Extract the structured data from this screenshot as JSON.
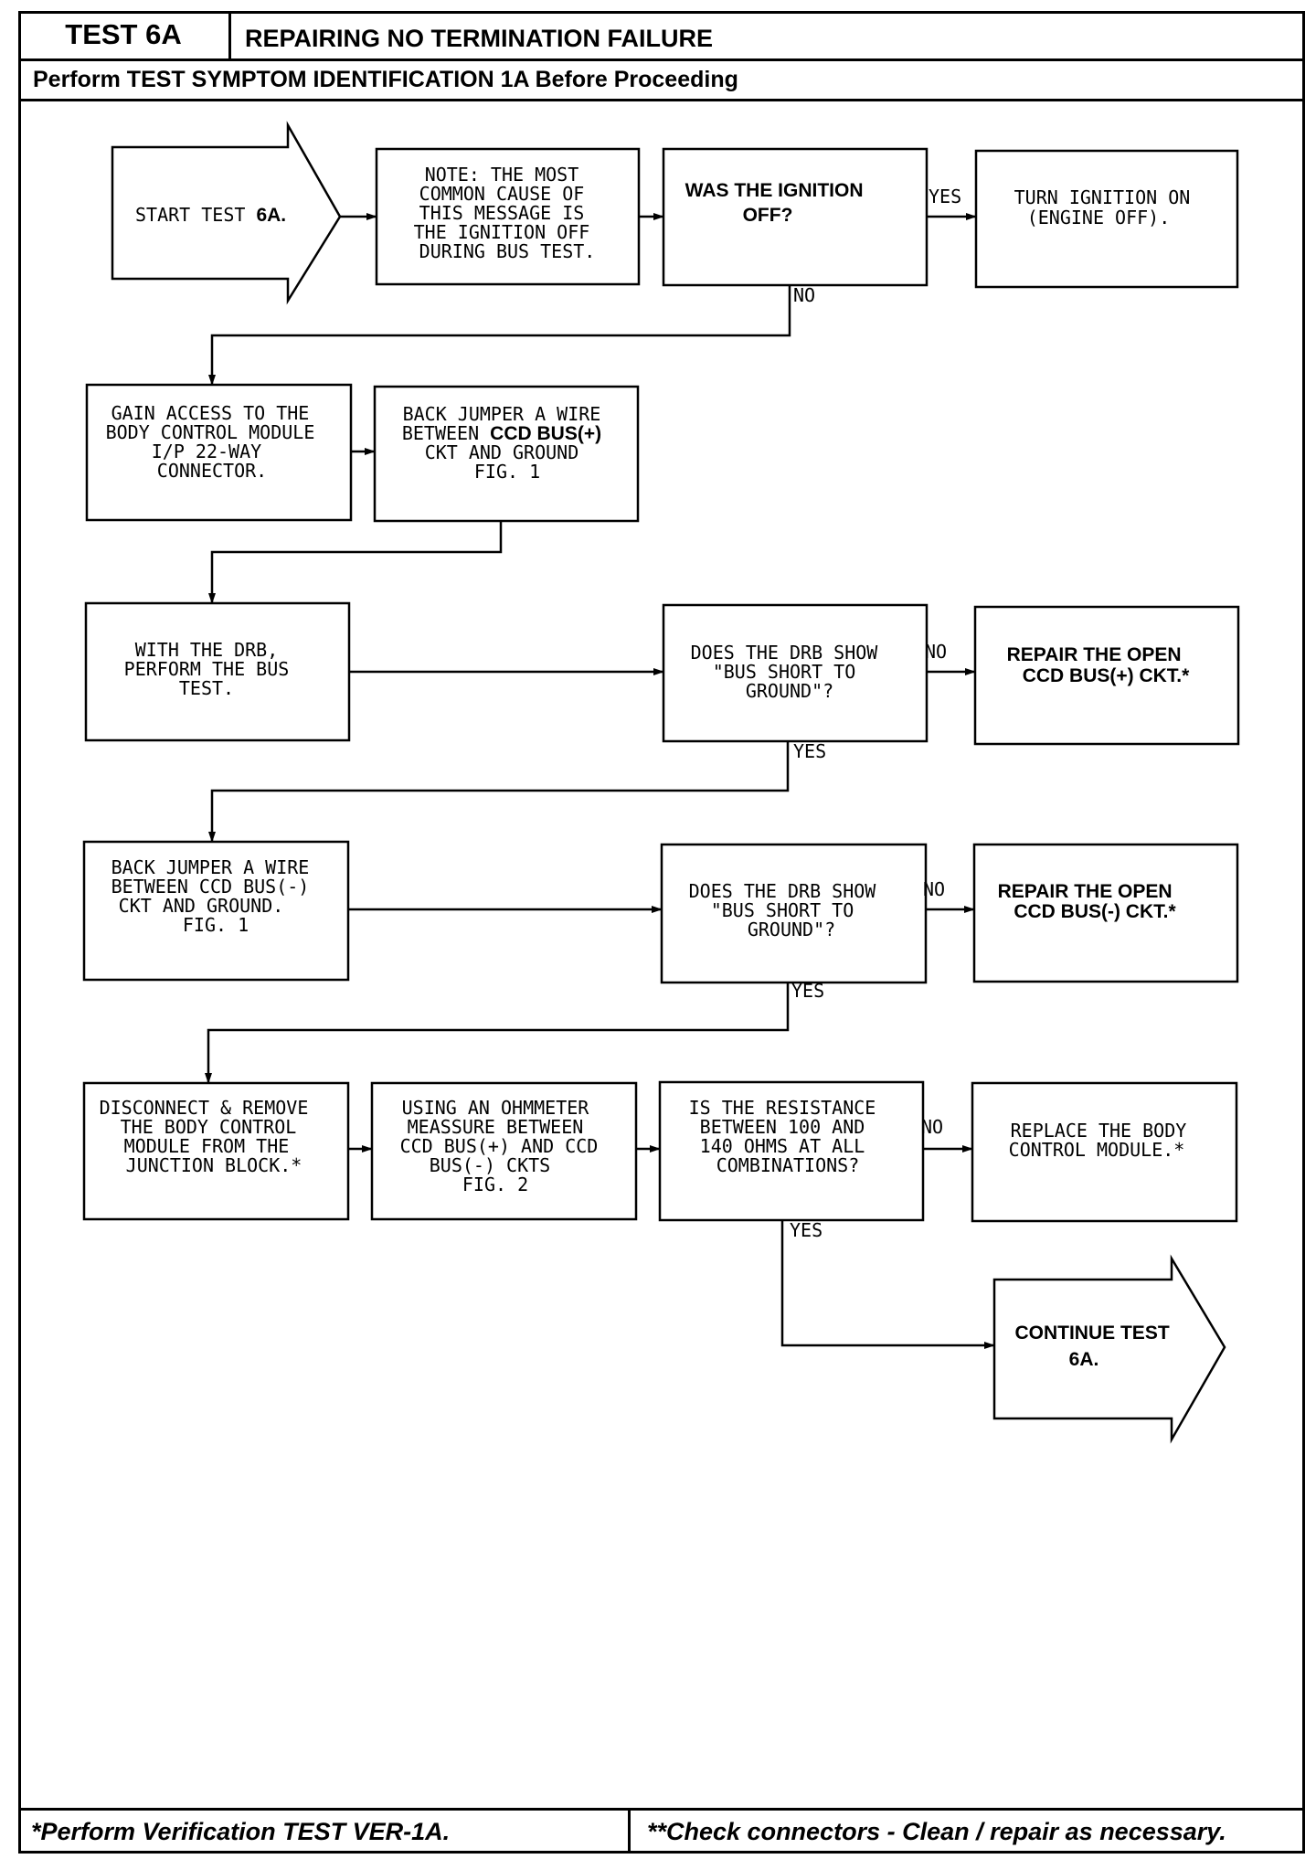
{
  "header": {
    "test_id": "TEST 6A",
    "title": "REPAIRING NO TERMINATION FAILURE",
    "subtitle": "Perform TEST SYMPTOM IDENTIFICATION 1A Before Proceeding"
  },
  "footer": {
    "left": "*Perform Verification TEST VER-1A.",
    "right": "**Check connectors - Clean / repair as necessary."
  },
  "flow": {
    "start": {
      "pre": "START TEST ",
      "bold": "6A."
    },
    "note": [
      "NOTE: THE MOST",
      "COMMON CAUSE OF",
      "THIS MESSAGE IS",
      "THE IGNITION OFF",
      "DURING BUS TEST."
    ],
    "q_ignition": [
      "WAS THE IGNITION",
      "OFF?"
    ],
    "turn_on": [
      "TURN IGNITION ON",
      "(ENGINE OFF)."
    ],
    "gain_access": [
      "GAIN ACCESS TO THE",
      "BODY CONTROL MODULE",
      "I/P 22-WAY",
      "CONNECTOR."
    ],
    "jumper_plus": {
      "l1": "BACK JUMPER A WIRE",
      "l2_pre": "BETWEEN ",
      "l2_bold": "CCD BUS(+)",
      "l3": "CKT AND GROUND",
      "l4": "FIG. 1"
    },
    "drb_bus_test": [
      "WITH THE DRB,",
      "PERFORM THE BUS",
      "TEST."
    ],
    "q_short_1": [
      "DOES THE DRB SHOW",
      "\"BUS SHORT TO",
      "GROUND\"?"
    ],
    "repair_plus": [
      "REPAIR THE OPEN",
      "CCD BUS(+) CKT.*"
    ],
    "jumper_minus": [
      "BACK JUMPER A WIRE",
      "BETWEEN CCD BUS(-)",
      "CKT AND GROUND.",
      "FIG. 1"
    ],
    "q_short_2": [
      "DOES THE DRB SHOW",
      "\"BUS SHORT TO",
      "GROUND\"?"
    ],
    "repair_minus": [
      "REPAIR THE OPEN",
      "CCD BUS(-) CKT.*"
    ],
    "disconnect": [
      "DISCONNECT & REMOVE",
      "THE BODY CONTROL",
      "MODULE FROM THE",
      "JUNCTION BLOCK.*"
    ],
    "ohmmeter": [
      "USING AN OHMMETER",
      "MEASSURE BETWEEN",
      "CCD BUS(+) AND CCD",
      "BUS(-) CKTS",
      "FIG. 2"
    ],
    "q_resistance": [
      "IS THE RESISTANCE",
      "BETWEEN 100 AND",
      "140 OHMS AT ALL",
      "COMBINATIONS?"
    ],
    "replace_bcm": [
      "REPLACE THE BODY",
      "CONTROL MODULE.*"
    ],
    "continue": [
      "CONTINUE TEST",
      "6A."
    ]
  },
  "labels": {
    "yes": "YES",
    "no": "NO"
  }
}
